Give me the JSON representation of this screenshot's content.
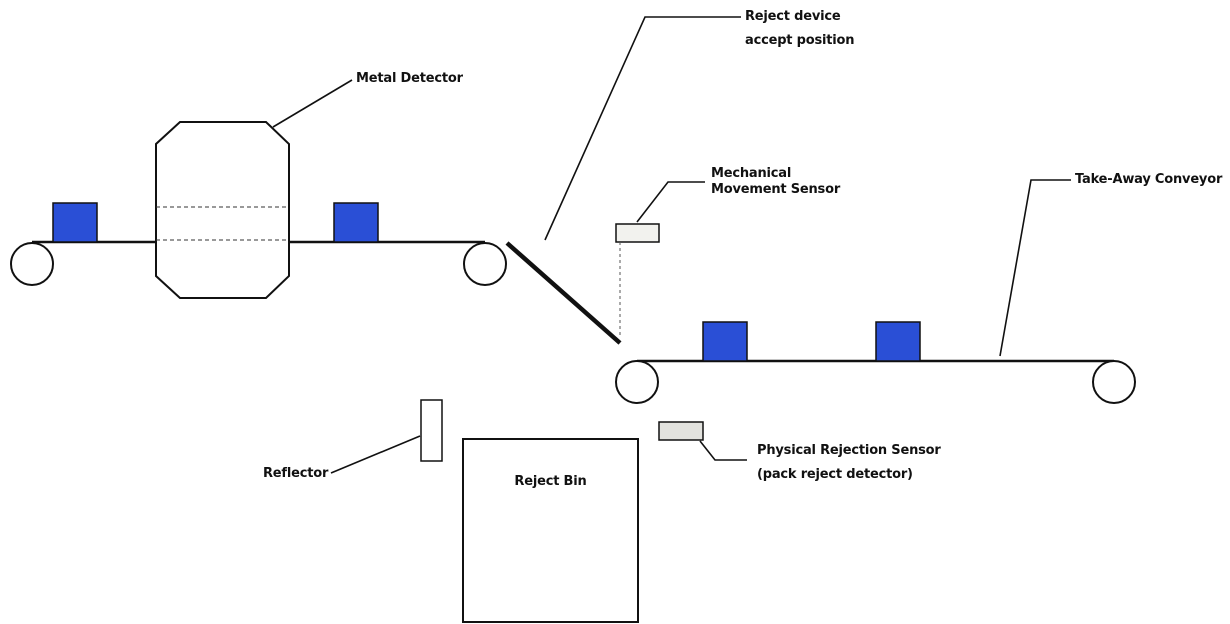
{
  "labels": {
    "metal_detector": "Metal Detector",
    "reject_device_line1": "Reject device",
    "reject_device_line2": "accept position",
    "mechanical_sensor_line1": "Mechanical",
    "mechanical_sensor_line2": "Movement Sensor",
    "take_away_conveyor": "Take-Away Conveyor",
    "reflector": "Reflector",
    "reject_bin": "Reject Bin",
    "physical_sensor_line1": "Physical Rejection Sensor",
    "physical_sensor_line2": "(pack reject detector)"
  },
  "colors": {
    "package": "#2a4fd6",
    "line": "#111111",
    "sensor_fill": "#f2f2ee",
    "physical_sensor_fill": "#e2e2de"
  }
}
